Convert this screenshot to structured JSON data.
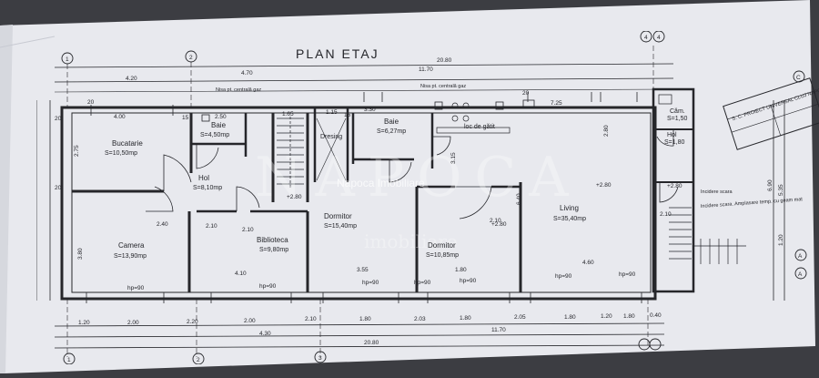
{
  "title": "PLAN ETAJ",
  "watermark": {
    "big": "NAPOCA",
    "text": "Napoca Imobiliare",
    "sub": "imobiliare"
  },
  "colors": {
    "paper": "#e8e9ee",
    "ink": "#25262b",
    "background": "#3c3d42"
  },
  "rooms": {
    "bucatarie": {
      "name": "Bucatarie",
      "area": "S=10,50mp"
    },
    "baie1": {
      "name": "Baie",
      "area": "S=4,50mp"
    },
    "hol1": {
      "name": "Hol",
      "area": "S=8,10mp"
    },
    "camera": {
      "name": "Camera",
      "area": "S=13,90mp"
    },
    "biblioteca": {
      "name": "Biblioteca",
      "area": "S=9,80mp"
    },
    "dresing": {
      "name": "Dresing"
    },
    "dormitor1": {
      "name": "Dormitor",
      "area": "S=15,40mp"
    },
    "baie2": {
      "name": "Baie",
      "area": "S=6,27mp"
    },
    "loc_gatit": {
      "name": "loc de gătit"
    },
    "dormitor2": {
      "name": "Dormitor",
      "area": "S=10,85mp"
    },
    "living": {
      "name": "Living",
      "area": "S=35,40mp"
    },
    "camara": {
      "name": "Căm.",
      "area": "S=1,50"
    },
    "hol2": {
      "name": "Hol",
      "area": "S=1,80"
    }
  },
  "notes": {
    "boiler1": "Nisa pt. centrală gaz",
    "boiler2": "Nisa pt. centrală gaz",
    "stair_left": "Incidere scara. Amplasare temp. cu geam mat",
    "stair_label": "Incidere scara",
    "stamp": "S. C. PROIECT UNIVERSAL CLUJ NAPOCA"
  },
  "levels": {
    "a": "+2.80",
    "b": "+2.80",
    "c": "+2.80",
    "d": "+2.80"
  },
  "axes": {
    "a1": "1",
    "a2": "2",
    "a3": "3",
    "a4": "4",
    "a5": "4",
    "rA": "A",
    "rB": "A",
    "rC": "C"
  },
  "dims": {
    "top_total": "20.80",
    "top_a": "4.20",
    "top_b": "4.70",
    "top_c": "11.70",
    "t1": "4.00",
    "t2": "2.50",
    "t3": "1.65",
    "t4": "1.15",
    "t5": "3.30",
    "t6": "7.25",
    "b1": "4.10",
    "b2": "3.55",
    "b3": "4.60",
    "b4": "1.80",
    "bt1": "1.20",
    "bt2": "2.00",
    "bt3": "2.20",
    "bt4": "2.00",
    "bt5": "2.10",
    "bt6": "1.80",
    "bt7": "2.03",
    "bt8": "1.80",
    "bt9": "2.05",
    "bt10": "1.80",
    "bt11": "1.20",
    "bt12": "1.80",
    "bt13": "0.40",
    "bs1": "4.30",
    "bs2": "11.70",
    "bs3": "20.80",
    "l1": "2.75",
    "l2": "3.80",
    "r1": "6.40",
    "r2": "3.15",
    "r3": "2.80",
    "side1": "6.90",
    "side2": "5.35",
    "side3": "1.20",
    "n20a": "20",
    "n20b": "20",
    "n20c": "20",
    "n20d": "20",
    "n15a": "15",
    "n15b": "15",
    "h210a": "2.10",
    "h210b": "2.10",
    "h210c": "2.10",
    "h210d": "2.10",
    "h240": "2.40",
    "hp90a": "hp=90",
    "hp90b": "hp=90",
    "hp90c": "hp=90",
    "hp90d": "hp=90",
    "hp90e": "hp=90",
    "hp90f": "hp=90",
    "hp90g": "hp=90"
  }
}
